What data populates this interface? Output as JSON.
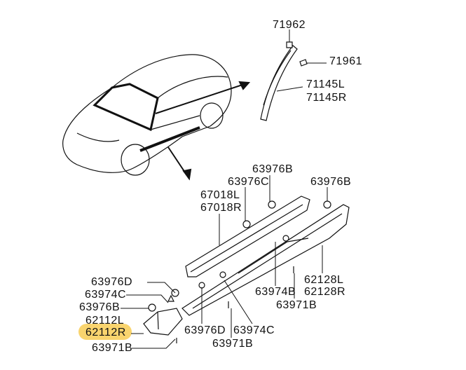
{
  "highlight_color": "#f9d46e",
  "labels": {
    "p71962": "71962",
    "p71961": "71961",
    "p71145L": "71145L",
    "p71145R": "71145R",
    "p63976B_top": "63976B",
    "p63976C": "63976C",
    "p63976B_right": "63976B",
    "p67018L": "67018L",
    "p67018R": "67018R",
    "p63976D_left": "63976D",
    "p63974C_left": "63974C",
    "p63976B_left": "63976B",
    "p62112L": "62112L",
    "p62112R": "62112R",
    "p63971B_left": "63971B",
    "p63976D_mid": "63976D",
    "p63974C_mid": "63974C",
    "p63971B_mid": "63971B",
    "p63974B": "63974B",
    "p63971B_right": "63971B",
    "p62128L": "62128L",
    "p62128R": "62128R"
  }
}
